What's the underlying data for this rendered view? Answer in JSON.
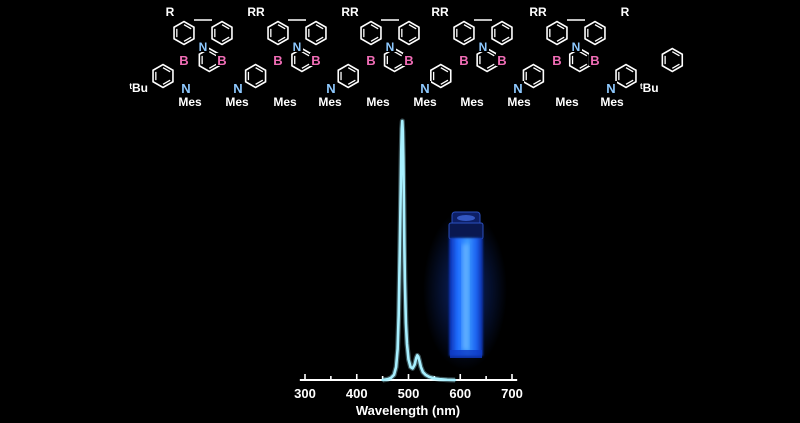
{
  "molecule": {
    "top_labels": [
      "R",
      "RR",
      "RR",
      "RR",
      "RR",
      "R"
    ],
    "n_label": "N",
    "b_label": "B",
    "mes_label": "Mes",
    "tbu_left": "ᵗBu",
    "tbu_right": "ᵗBu",
    "colors": {
      "bond": "#ffffff",
      "nitrogen": "#8ec9ff",
      "boron": "#f06db6"
    }
  },
  "chart_data": {
    "type": "line",
    "xlabel": "Wavelength (nm)",
    "ylabel": "",
    "xlim": [
      290,
      710
    ],
    "ylim": [
      0,
      1.0
    ],
    "xticks": [
      300,
      400,
      500,
      600,
      700
    ],
    "tick_labels": [
      "300",
      "400",
      "500",
      "600",
      "700"
    ],
    "grid": false,
    "series": [
      {
        "color": "#a8f0ff",
        "x": [
          450,
          460,
          466,
          472,
          476,
          479,
          481,
          483,
          485,
          486,
          487,
          488,
          489,
          490,
          491,
          492,
          493,
          495,
          497,
          500,
          504,
          508,
          512,
          515,
          517,
          519,
          521,
          524,
          528,
          533,
          540,
          550,
          560,
          575,
          590
        ],
        "y": [
          0.0,
          0.003,
          0.008,
          0.02,
          0.05,
          0.12,
          0.25,
          0.48,
          0.74,
          0.88,
          0.97,
          1.0,
          0.96,
          0.86,
          0.7,
          0.52,
          0.38,
          0.22,
          0.14,
          0.08,
          0.05,
          0.045,
          0.06,
          0.085,
          0.095,
          0.09,
          0.075,
          0.05,
          0.03,
          0.02,
          0.012,
          0.006,
          0.003,
          0.001,
          0.0
        ]
      }
    ]
  },
  "photo": {
    "glow_color": "#2a8cff"
  }
}
